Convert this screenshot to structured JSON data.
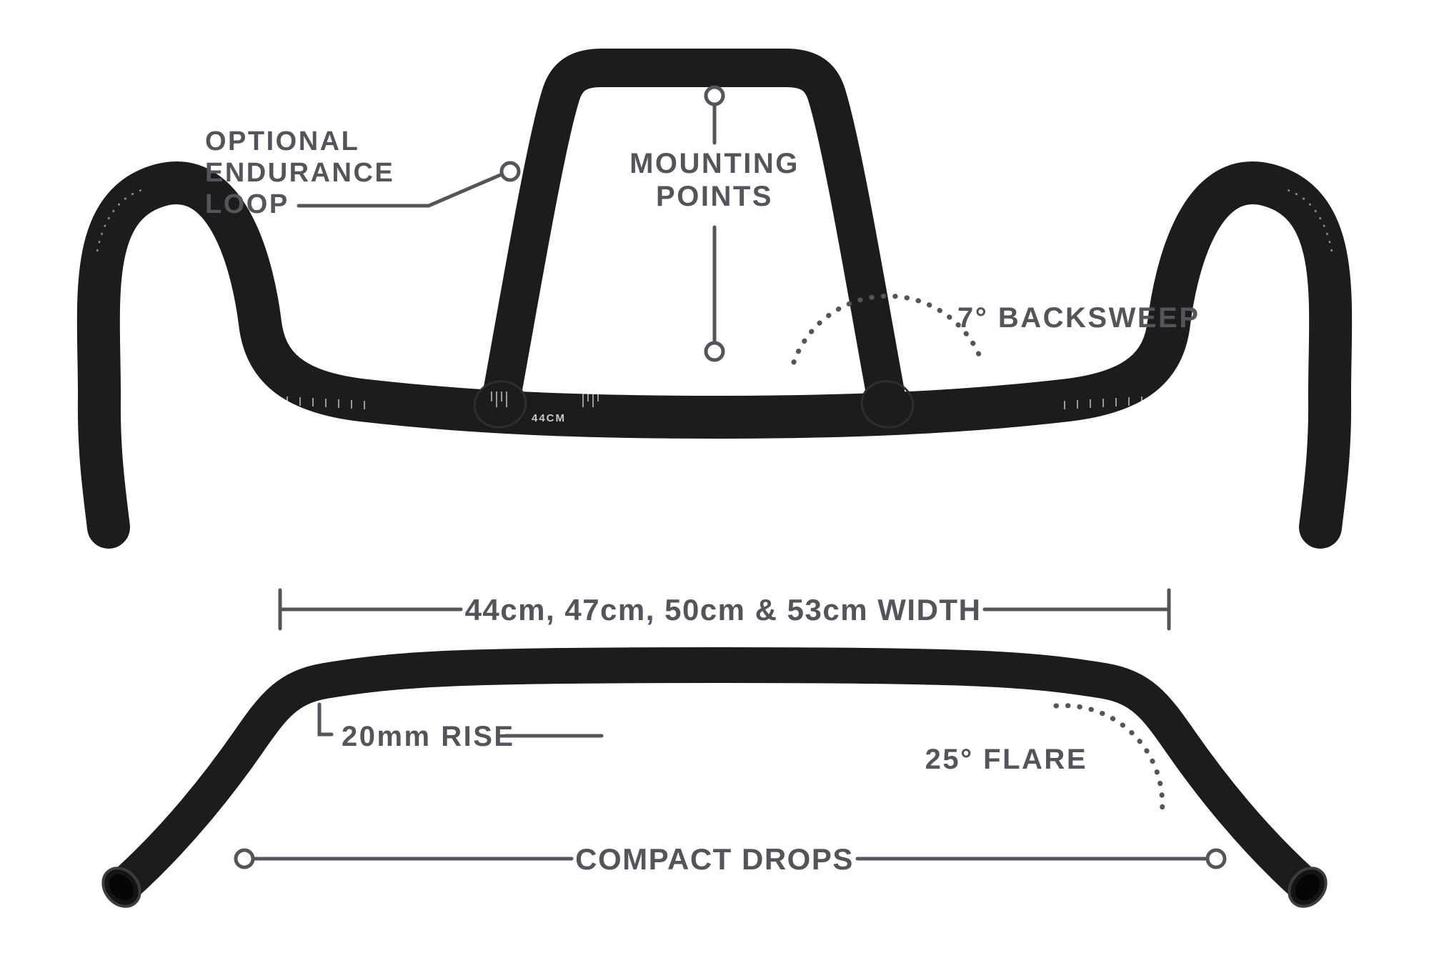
{
  "colors": {
    "bar": "#1c1c1d",
    "text": "#54555a",
    "line": "#54555a",
    "background": "#ffffff"
  },
  "top_view": {
    "endurance_loop_label": {
      "lines": [
        "OPTIONAL",
        "ENDURANCE",
        "LOOP"
      ]
    },
    "mounting_points_label": {
      "lines": [
        "MOUNTING",
        "POINTS"
      ]
    },
    "backsweep_label": "7° BACKSWEEP",
    "bar_size_marking": "44CM"
  },
  "bottom_view": {
    "width_label": "44cm, 47cm, 50cm & 53cm WIDTH",
    "rise_label": "20mm RISE",
    "flare_label": "25° FLARE",
    "drops_label": "COMPACT DROPS"
  }
}
